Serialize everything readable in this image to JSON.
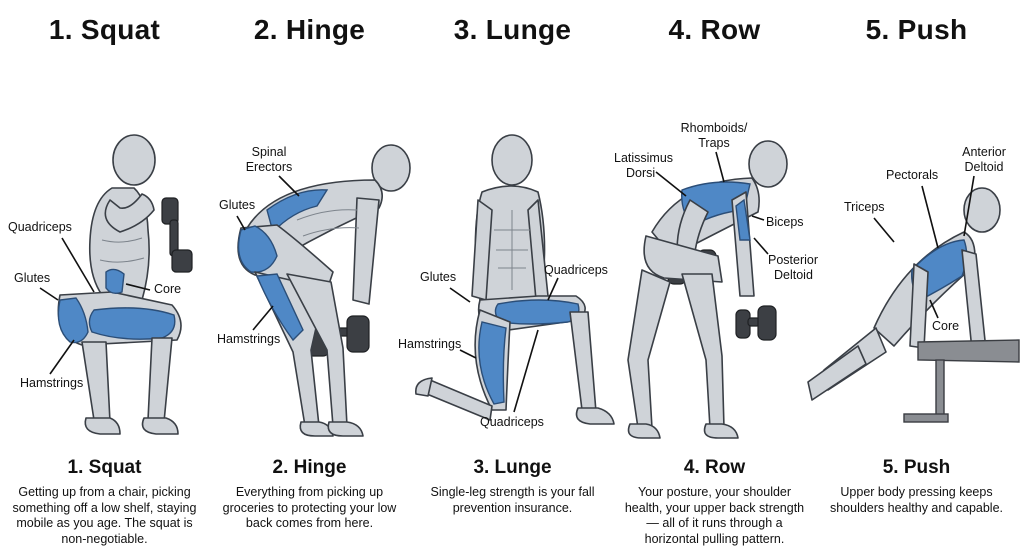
{
  "columns": [
    {
      "title": "1. Squat",
      "subtitle": "1. Squat",
      "description": "Getting up from a chair, picking something off a low shelf, staying mobile as you age. The squat is non-negotiable.",
      "labels": {
        "quadriceps": "Quadriceps",
        "glutes": "Glutes",
        "core": "Core",
        "hamstrings": "Hamstrings"
      }
    },
    {
      "title": "2. Hinge",
      "subtitle": "2. Hinge",
      "description": "Everything from picking up groceries to protecting your low back comes from here.",
      "labels": {
        "spinal1": "Spinal",
        "spinal2": "Erectors",
        "glutes": "Glutes",
        "hamstrings": "Hamstrings"
      }
    },
    {
      "title": "3. Lunge",
      "subtitle": "3. Lunge",
      "description": "Single-leg strength is your fall prevention insurance.",
      "labels": {
        "glutes": "Glutes",
        "quadriceps_top": "Quadriceps",
        "hamstrings": "Hamstrings",
        "quadriceps_bottom": "Quadriceps"
      }
    },
    {
      "title": "4. Row",
      "subtitle": "4. Row",
      "description": "Your posture, your shoulder health, your upper back strength — all of it runs through a horizontal pulling pattern.",
      "labels": {
        "rhomboids1": "Rhomboids/",
        "rhomboids2": "Traps",
        "lats1": "Latissimus",
        "lats2": "Dorsi",
        "biceps": "Biceps",
        "post1": "Posterior",
        "post2": "Deltoid"
      }
    },
    {
      "title": "5. Push",
      "subtitle": "5. Push",
      "description": "Upper body pressing keeps shoulders healthy and capable.",
      "labels": {
        "ant1": "Anterior",
        "ant2": "Deltoid",
        "pectorals": "Pectorals",
        "triceps": "Triceps",
        "core": "Core"
      }
    }
  ]
}
